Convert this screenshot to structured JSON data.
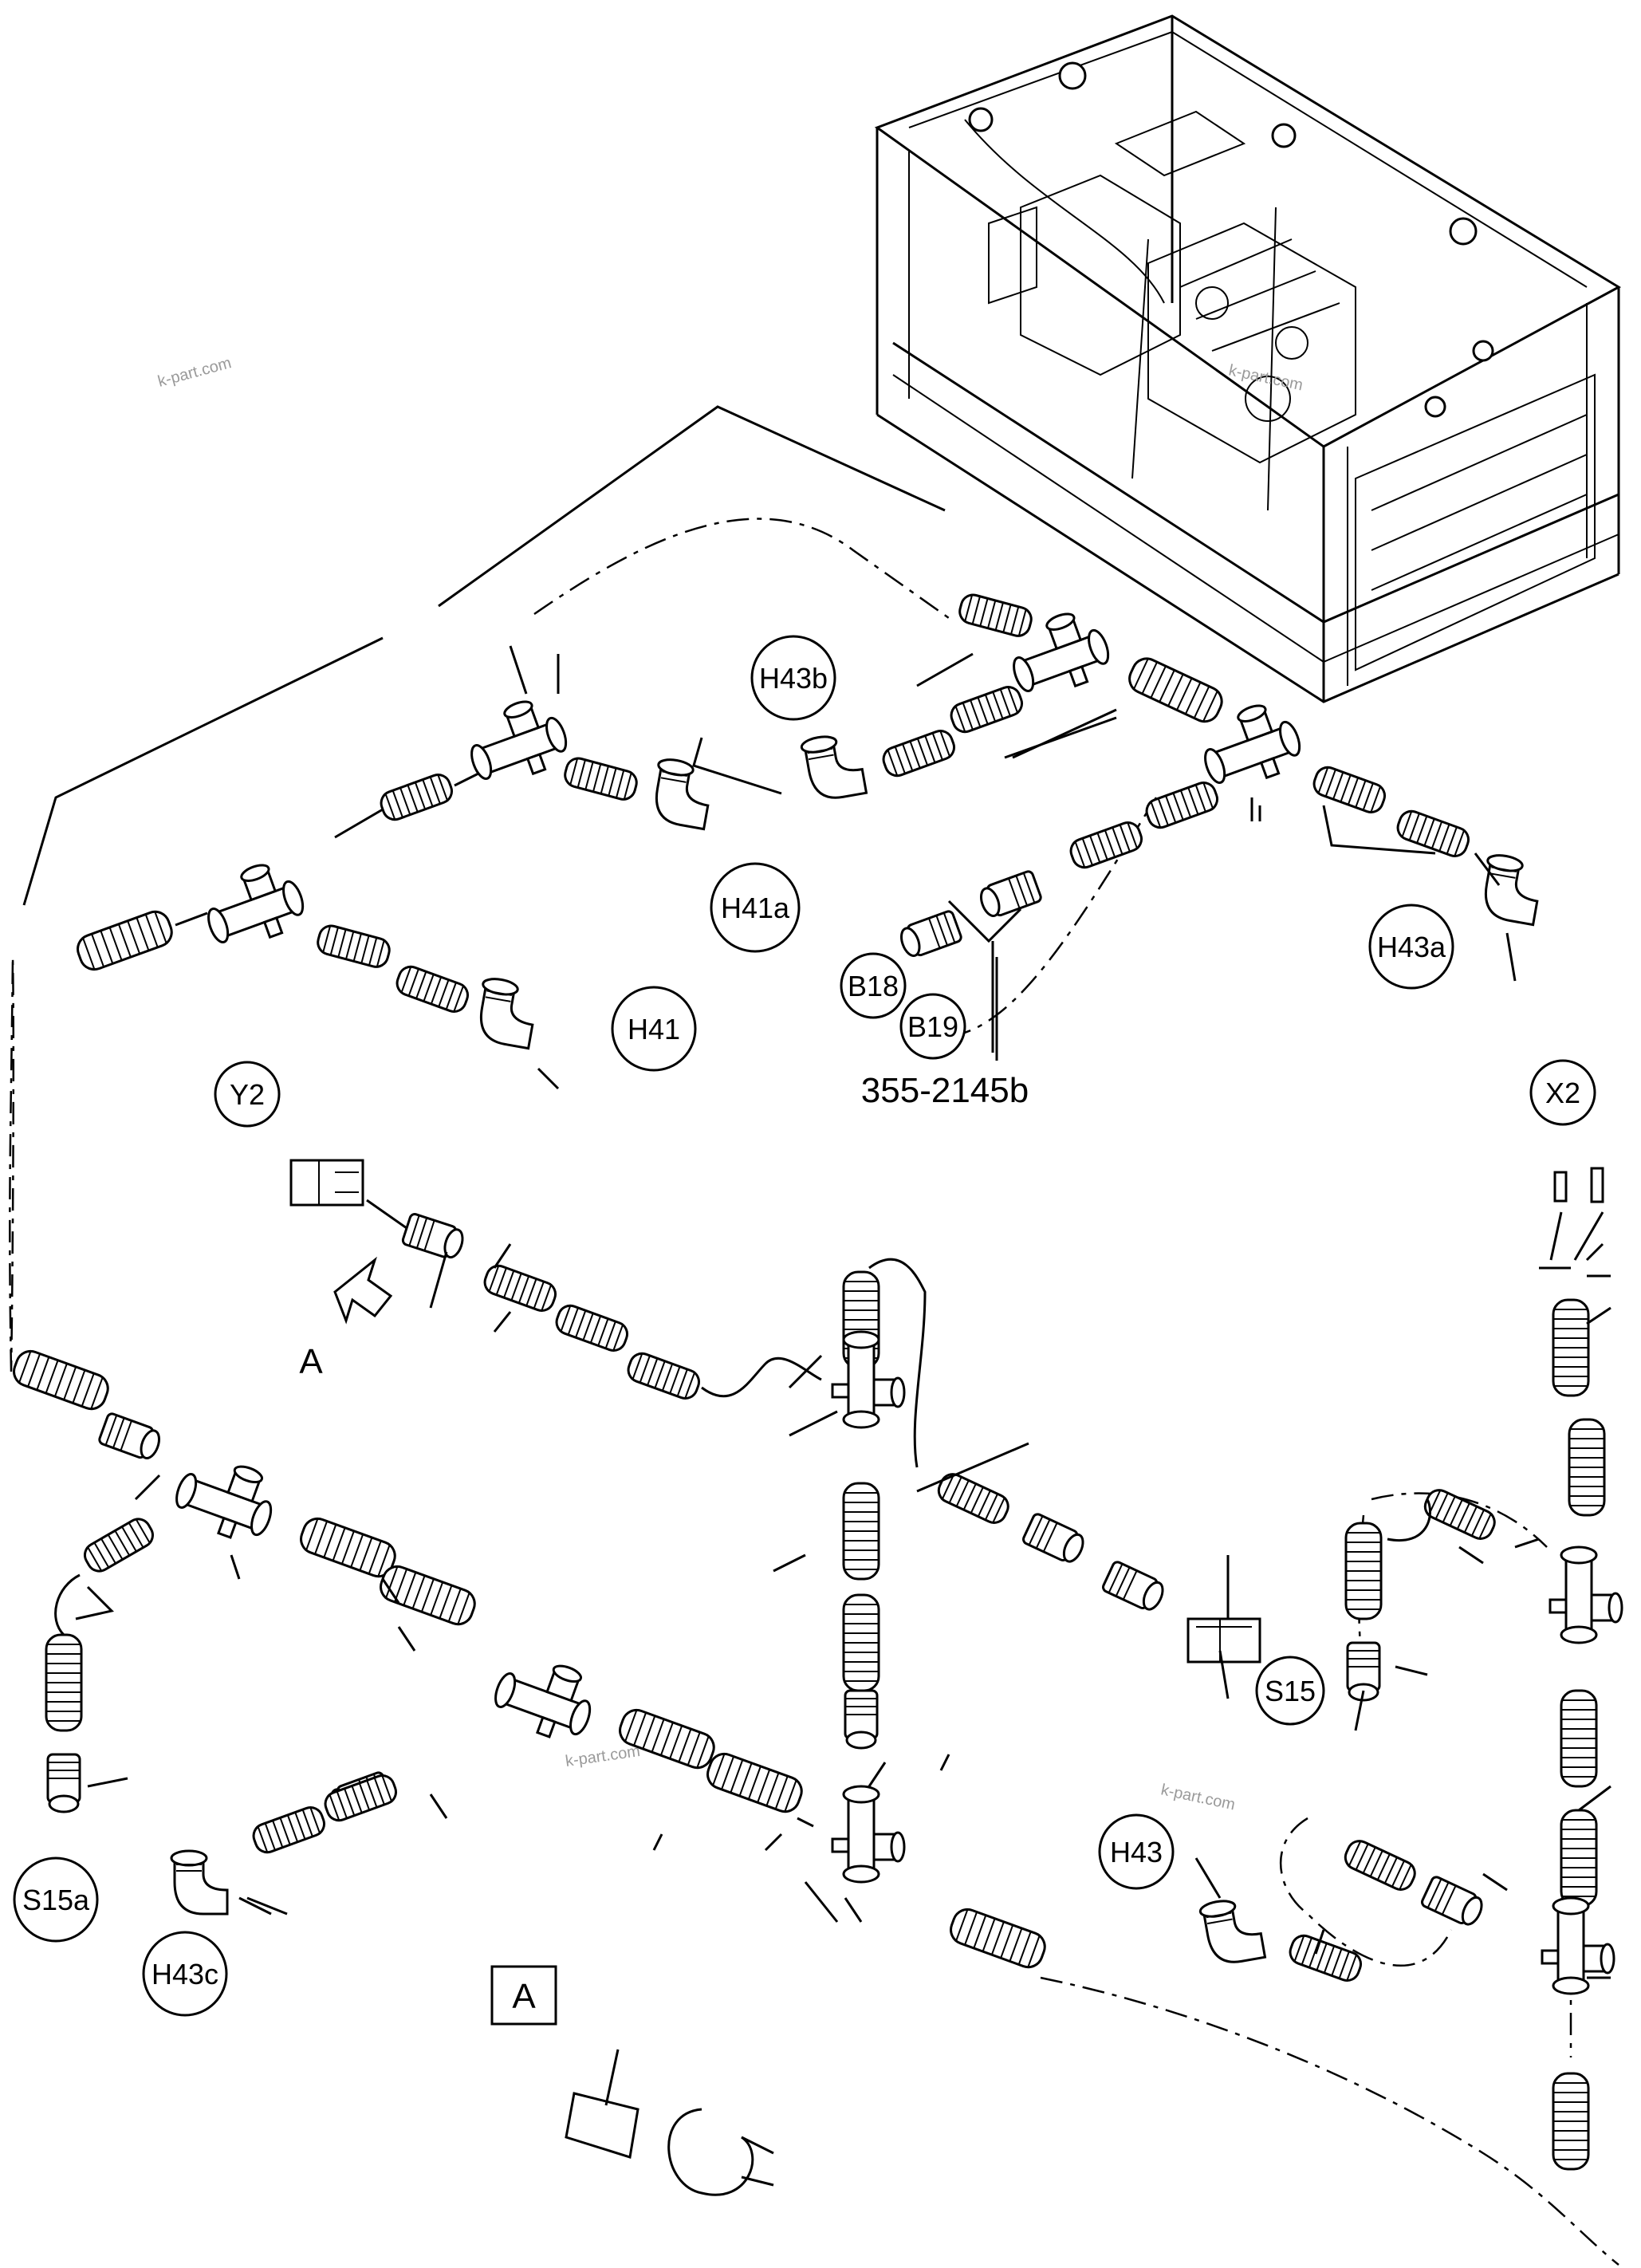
{
  "labels": {
    "h43b": "H43b",
    "h41a": "H41a",
    "h41": "H41",
    "b18": "B18",
    "b19": "B19",
    "part_number": "355-2145b",
    "h43a": "H43a",
    "y2": "Y2",
    "x2": "X2",
    "view_a_arrow": "A",
    "s15": "S15",
    "s15a": "S15a",
    "h43": "H43",
    "h43c": "H43c",
    "view_a_box": "A"
  },
  "watermarks": [
    "k-part.com",
    "k-part.com",
    "k-part.com",
    "k-part.com"
  ]
}
